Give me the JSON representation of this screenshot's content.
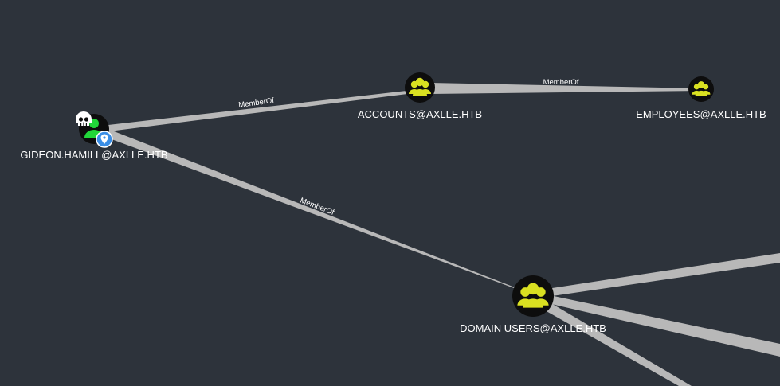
{
  "graph": {
    "nodes": {
      "gideon": {
        "label": "GIDEON.HAMILL@AXLLE.HTB",
        "type": "user",
        "owned": true,
        "high_value": false,
        "pinned": true
      },
      "accounts": {
        "label": "ACCOUNTS@AXLLE.HTB",
        "type": "group"
      },
      "employees": {
        "label": "EMPLOYEES@AXLLE.HTB",
        "type": "group"
      },
      "domain_users": {
        "label": "DOMAIN USERS@AXLLE.HTB",
        "type": "group"
      }
    },
    "edges": [
      {
        "from": "gideon",
        "to": "accounts",
        "label": "MemberOf"
      },
      {
        "from": "accounts",
        "to": "employees",
        "label": "MemberOf"
      },
      {
        "from": "gideon",
        "to": "domain_users",
        "label": "MemberOf"
      }
    ]
  },
  "colors": {
    "background": "#2d333b",
    "edge": "#b8b8b8",
    "group_icon": "#d9e021",
    "user_icon": "#22d63a",
    "node_fill": "#0d0d0d",
    "pin_badge": "#3a8ee6",
    "text": "#ffffff"
  },
  "icons": {
    "group": "group-icon",
    "user": "user-icon",
    "owned": "skull-icon",
    "pinned": "location-pin-icon"
  }
}
